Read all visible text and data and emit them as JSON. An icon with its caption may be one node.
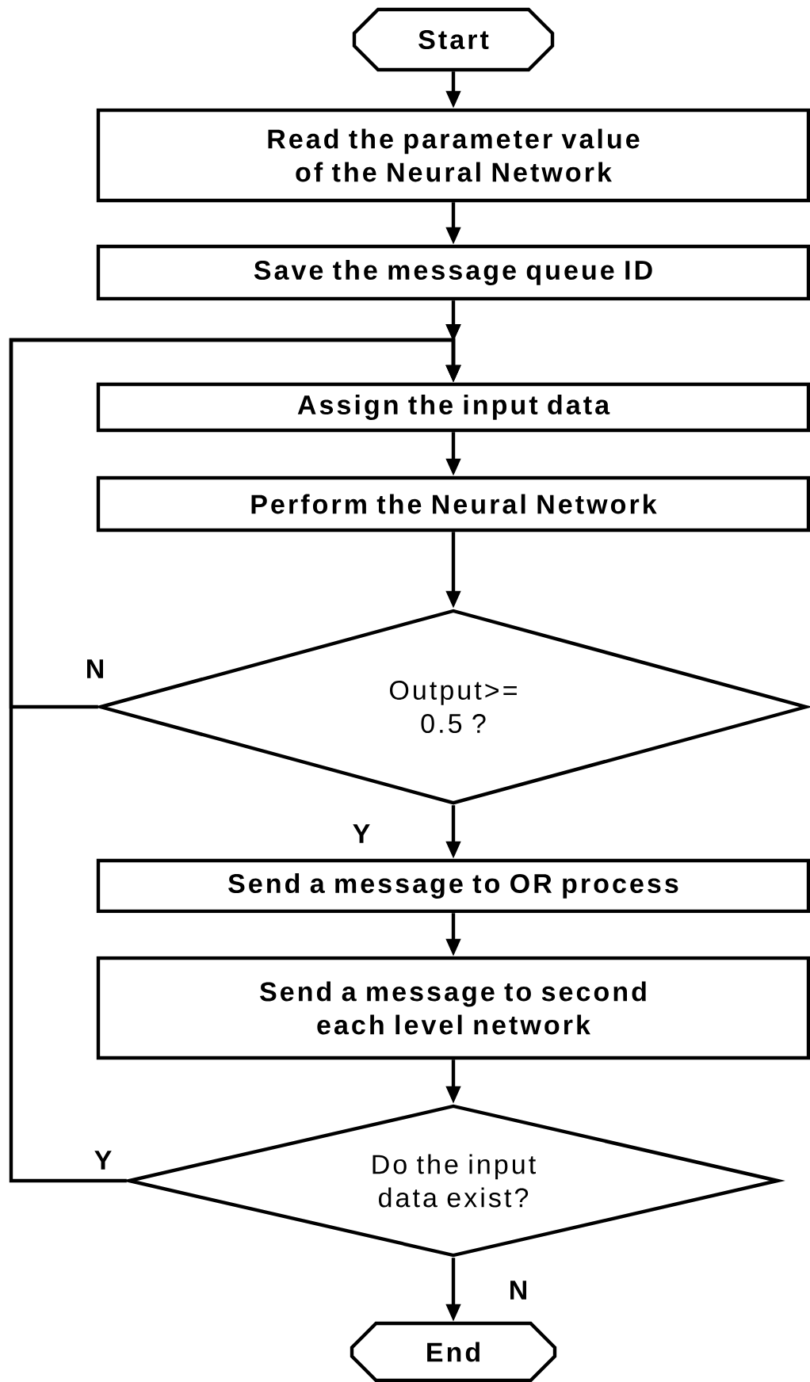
{
  "diagram": {
    "nodes": [
      {
        "text": [
          "Start"
        ]
      },
      {
        "text": [
          "Read the parameter value of the Neural Network"
        ]
      },
      {
        "text": [
          "Save the message queue ID"
        ]
      },
      {
        "text": [
          "Assign the input data"
        ]
      },
      {
        "text": [
          "Perform the Neural Network"
        ]
      },
      {
        "text": [
          "Output>= 0.5 ?"
        ]
      },
      {
        "text": [
          "Send a message to OR process"
        ]
      },
      {
        "text": [
          "Send a message to second each level network"
        ]
      },
      {
        "text": [
          "Do the input data exist?"
        ]
      },
      {
        "text": [
          "End"
        ]
      }
    ],
    "edges": [
      {
        "from": 0,
        "to": 1,
        "arrow": "to"
      },
      {
        "from": 1,
        "to": 2,
        "arrow": "to"
      },
      {
        "from": 2,
        "to": 3,
        "arrow": "to"
      },
      {
        "from": 3,
        "to": 4,
        "arrow": "to"
      },
      {
        "from": 4,
        "to": 5,
        "arrow": "to"
      },
      {
        "from": 5,
        "to": 6,
        "arrow": "to",
        "label": "Y"
      },
      {
        "from": 6,
        "to": 7,
        "arrow": "to"
      },
      {
        "from": 7,
        "to": 8,
        "arrow": "to"
      },
      {
        "from": 8,
        "to": 9,
        "arrow": "to",
        "label": "N"
      },
      {
        "from": 5,
        "to": 3,
        "arrow": "to",
        "label": "N"
      },
      {
        "from": 8,
        "to": 3,
        "arrow": "to",
        "label": "Y"
      }
    ]
  }
}
